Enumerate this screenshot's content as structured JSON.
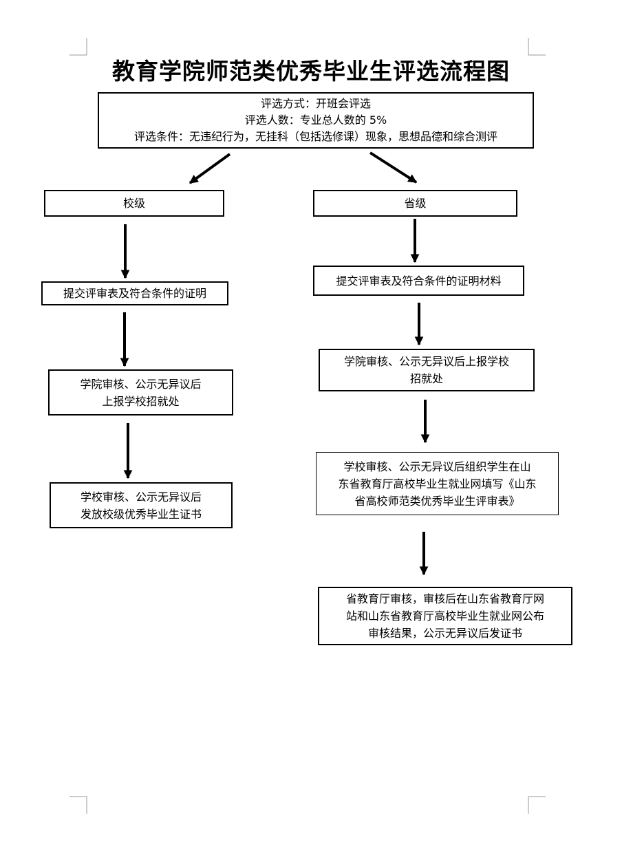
{
  "title": "教育学院师范类优秀毕业生评选流程图",
  "criteria": {
    "method": "评选方式：开班会评选",
    "count": "评选人数：专业总人数的 5%",
    "conditions": "评选条件：无违纪行为，无挂科（包括选修课）现象，思想品德和综合测评"
  },
  "school_branch": {
    "label": "校级",
    "steps": [
      {
        "lines": [
          "提交评审表及符合条件的证明"
        ]
      },
      {
        "lines": [
          "学院审核、公示无异议后",
          "上报学校招就处"
        ]
      },
      {
        "lines": [
          "学校审核、公示无异议后",
          "发放校级优秀毕业生证书"
        ]
      }
    ]
  },
  "province_branch": {
    "label": "省级",
    "steps": [
      {
        "lines": [
          "提交评审表及符合条件的证明材料"
        ]
      },
      {
        "lines": [
          "学院审核、公示无异议后上报学校",
          "招就处"
        ]
      },
      {
        "lines": [
          "学校审核、公示无异议后组织学生在山",
          "东省教育厅高校毕业生就业网填写《山东",
          "省高校师范类优秀毕业生评审表》"
        ]
      },
      {
        "lines": [
          "省教育厅审核，审核后在山东省教育厅网",
          "站和山东省教育厅高校毕业生就业网公布",
          "审核结果，公示无异议后发证书"
        ]
      }
    ]
  }
}
